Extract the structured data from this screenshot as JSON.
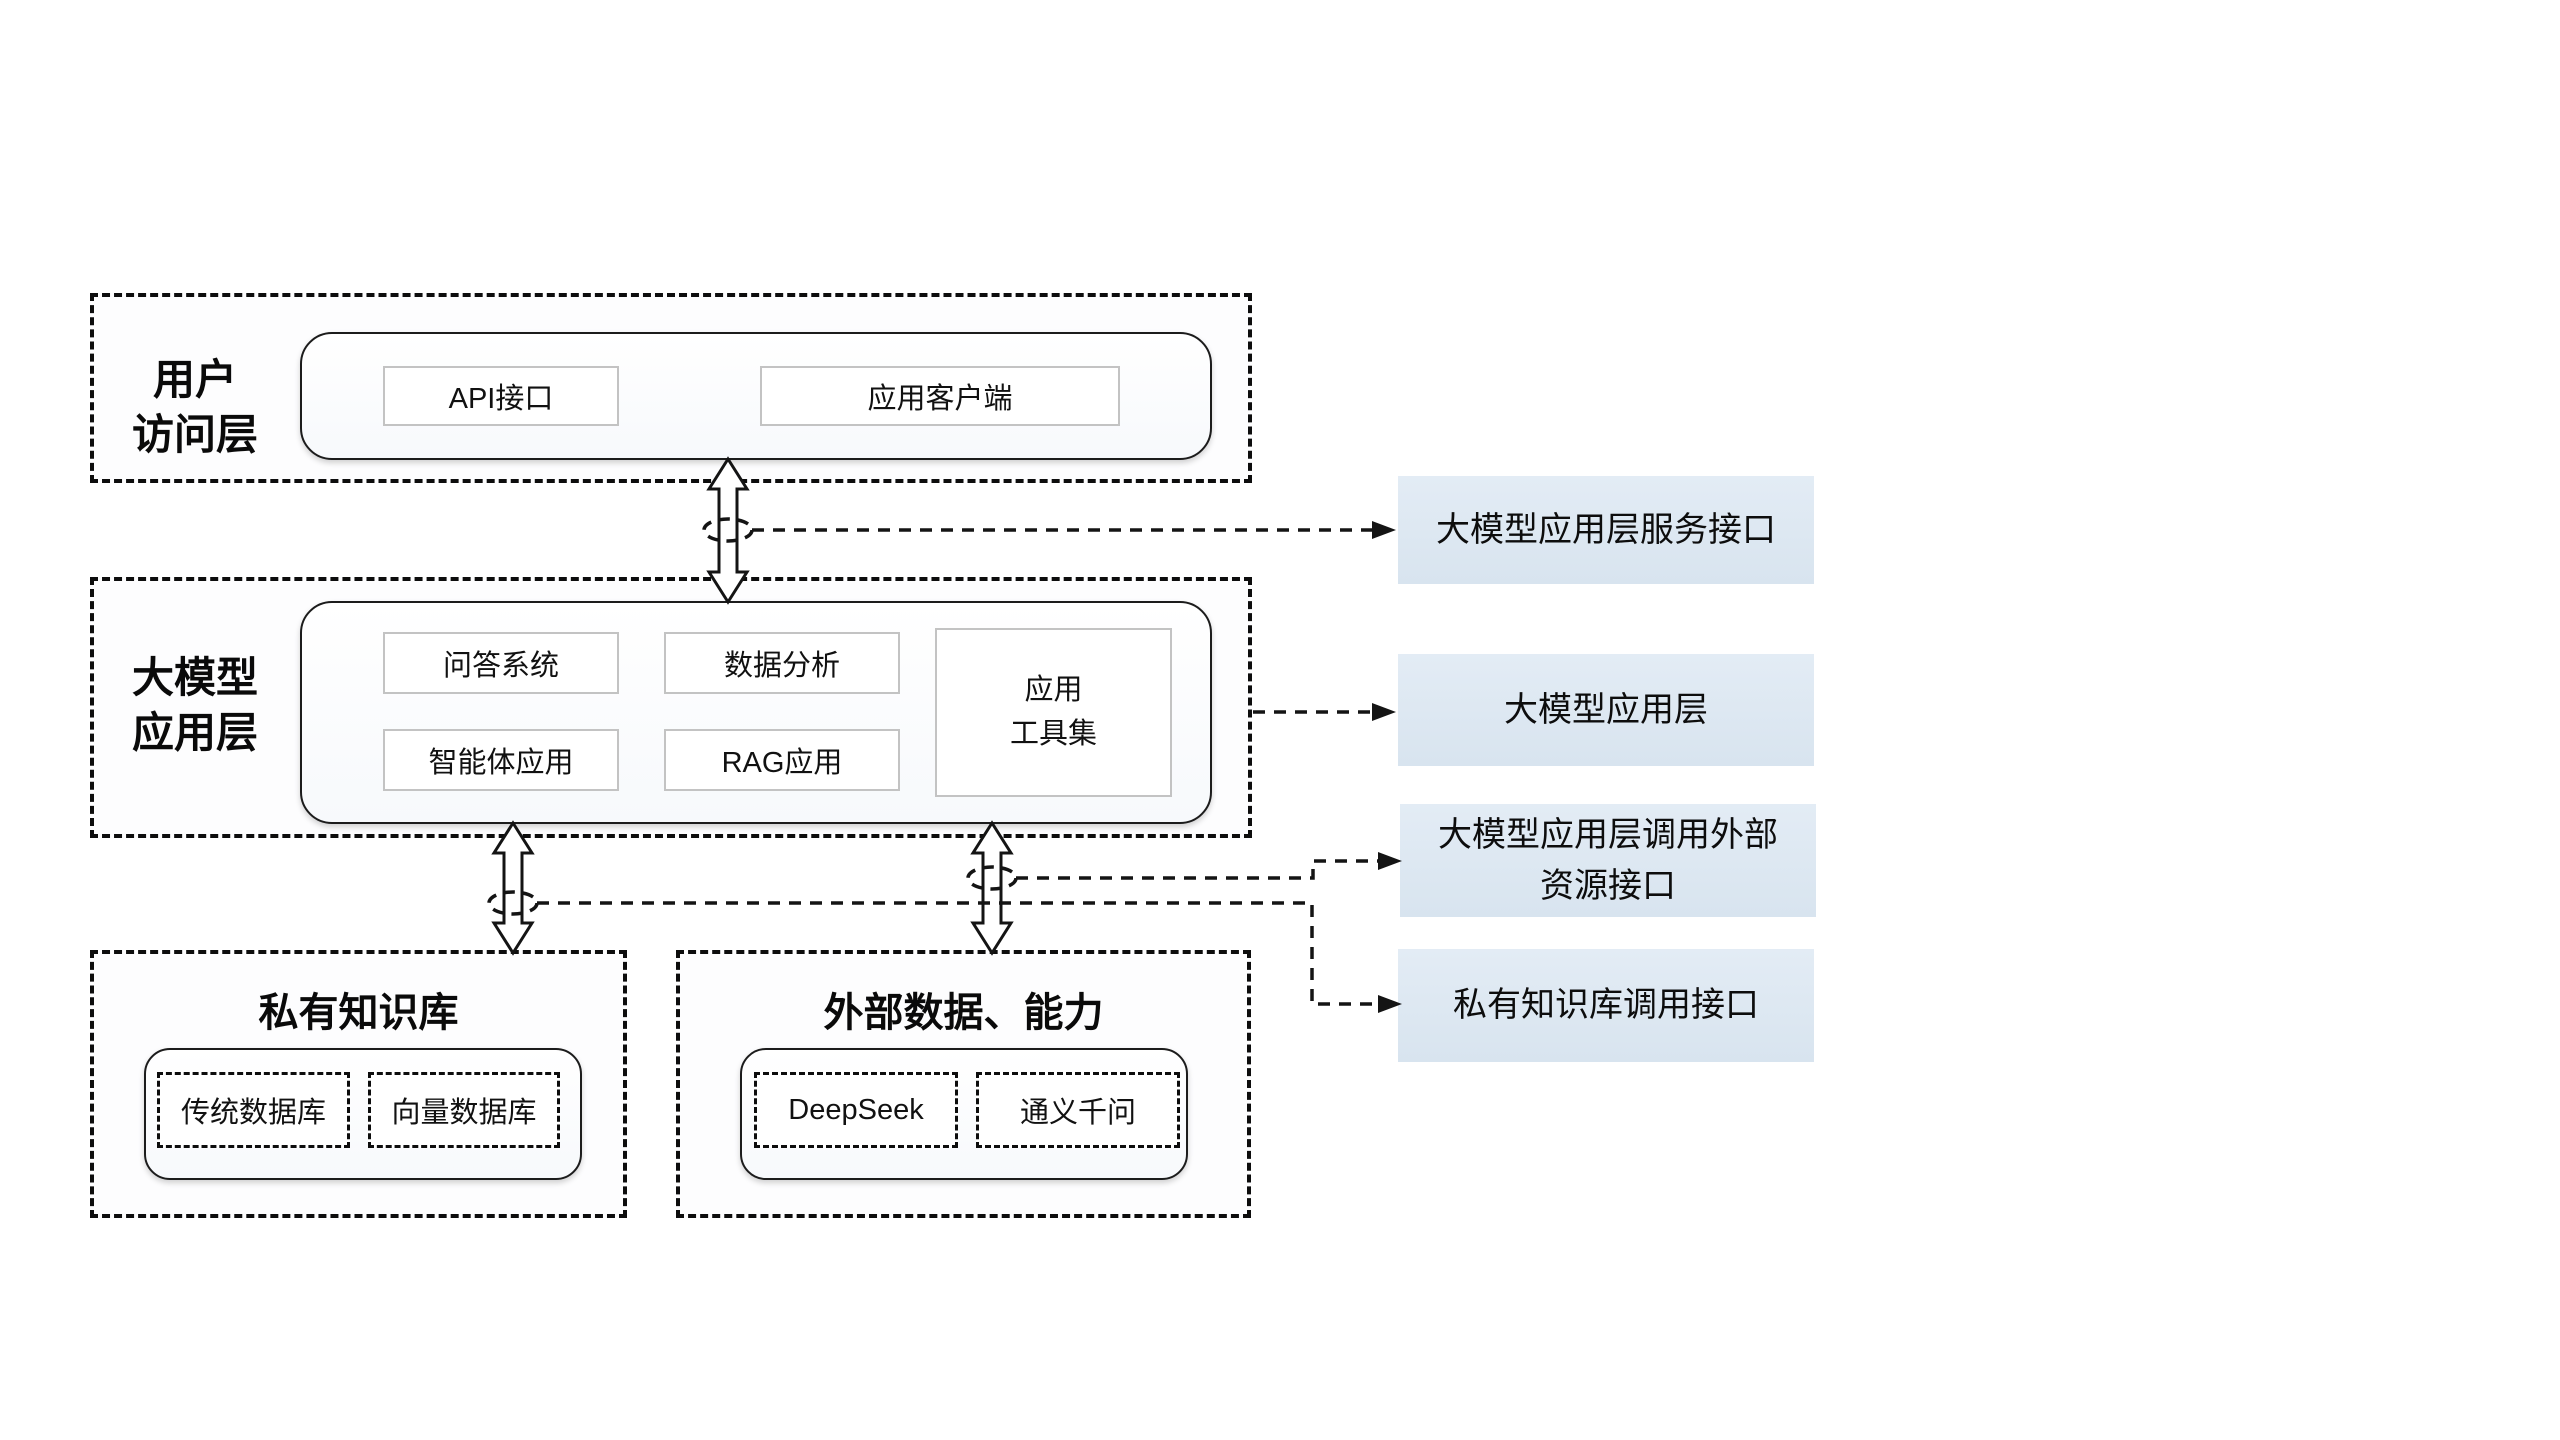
{
  "diagram": {
    "layers": {
      "user_access": {
        "label": "用户\n访问层",
        "items": {
          "api": "API接口",
          "client": "应用客户端"
        }
      },
      "llm_app": {
        "label": "大模型\n应用层",
        "items": {
          "qa": "问答系统",
          "analysis": "数据分析",
          "agent": "智能体应用",
          "rag": "RAG应用",
          "tools": "应用\n工具集"
        }
      },
      "private_kb": {
        "title": "私有知识库",
        "items": {
          "traditional_db": "传统数据库",
          "vector_db": "向量数据库"
        }
      },
      "external": {
        "title": "外部数据、能力",
        "items": {
          "deepseek": "DeepSeek",
          "qwen": "通义千问"
        }
      }
    },
    "interfaces": {
      "service": "大模型应用层服务接口",
      "app_layer": "大模型应用层",
      "external_resource": "大模型应用层调用外部\n资源接口",
      "kb_call": "私有知识库调用接口"
    },
    "colors": {
      "interface_bg": "#dce7f2",
      "cell_border": "#c3c3c3",
      "line": "#141414"
    }
  }
}
